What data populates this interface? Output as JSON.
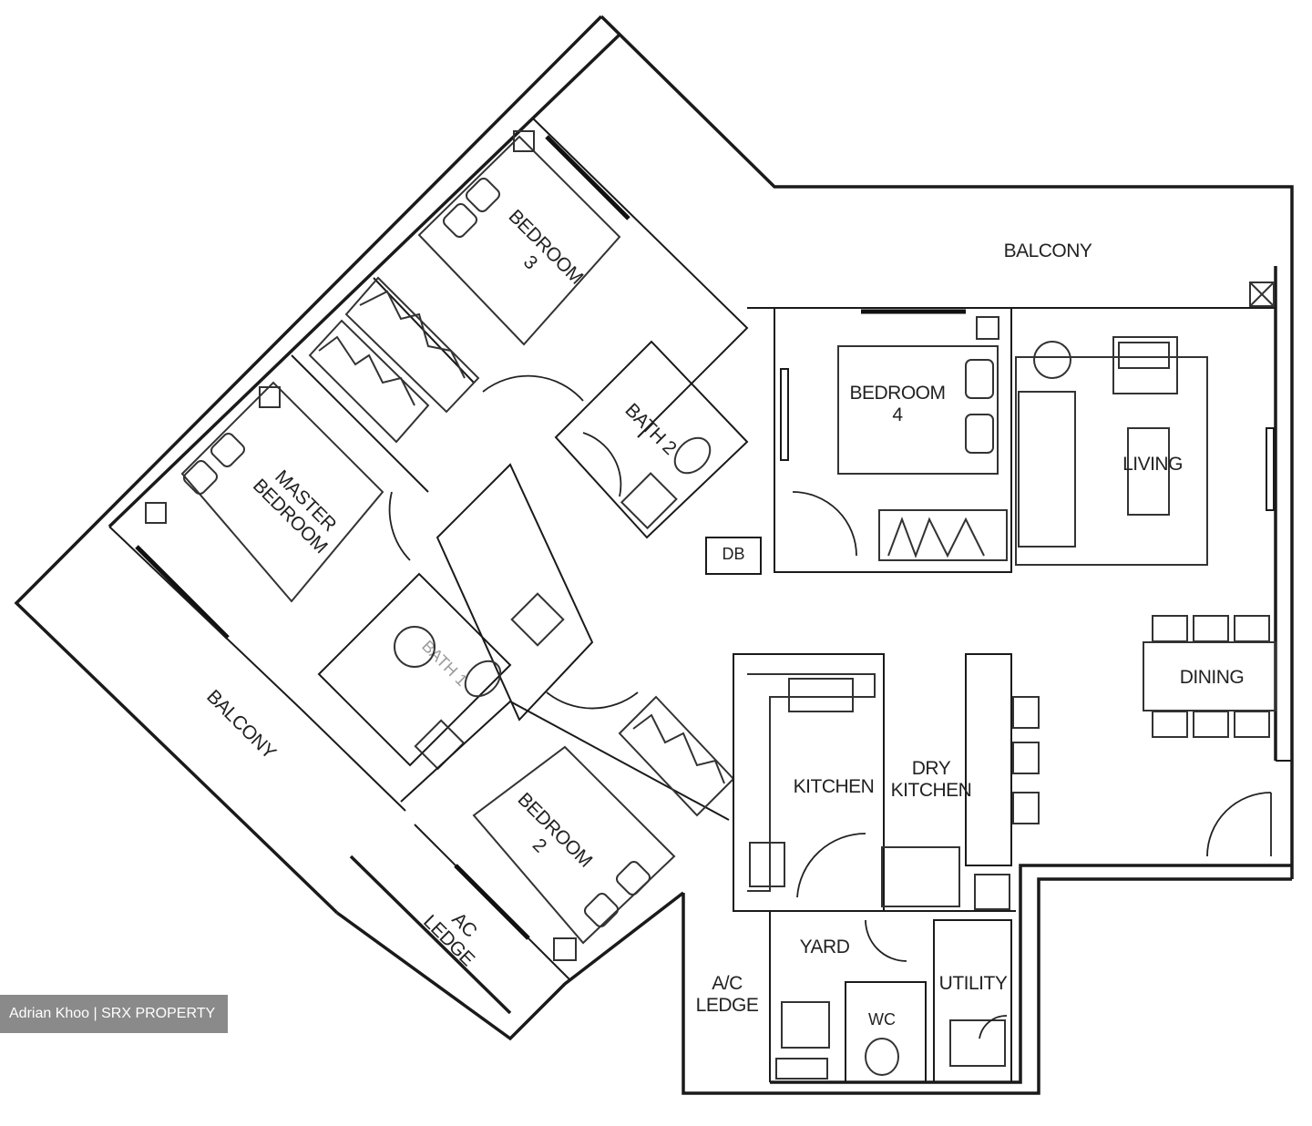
{
  "rooms": {
    "balcony_top": "BALCONY",
    "bedroom_3": [
      "BEDROOM",
      "3"
    ],
    "bath_2": "BATH 2",
    "bedroom_4": [
      "BEDROOM",
      "4"
    ],
    "living": "LIVING",
    "db": "DB",
    "master_bedroom": [
      "MASTER",
      "BEDROOM"
    ],
    "master_bath": "BATH 1",
    "balcony_left": "BALCONY",
    "dining": "DINING",
    "kitchen": "KITCHEN",
    "dry_kitchen": [
      "DRY",
      "KITCHEN"
    ],
    "bedroom_2": [
      "BEDROOM",
      "2"
    ],
    "ac_ledge_left": [
      "AC",
      "LEDGE"
    ],
    "ac_ledge_right": [
      "A/C",
      "LEDGE"
    ],
    "yard": "YARD",
    "wc": "WC",
    "utility": "UTILITY"
  },
  "watermark": "Adrian Khoo | SRX PROPERTY"
}
